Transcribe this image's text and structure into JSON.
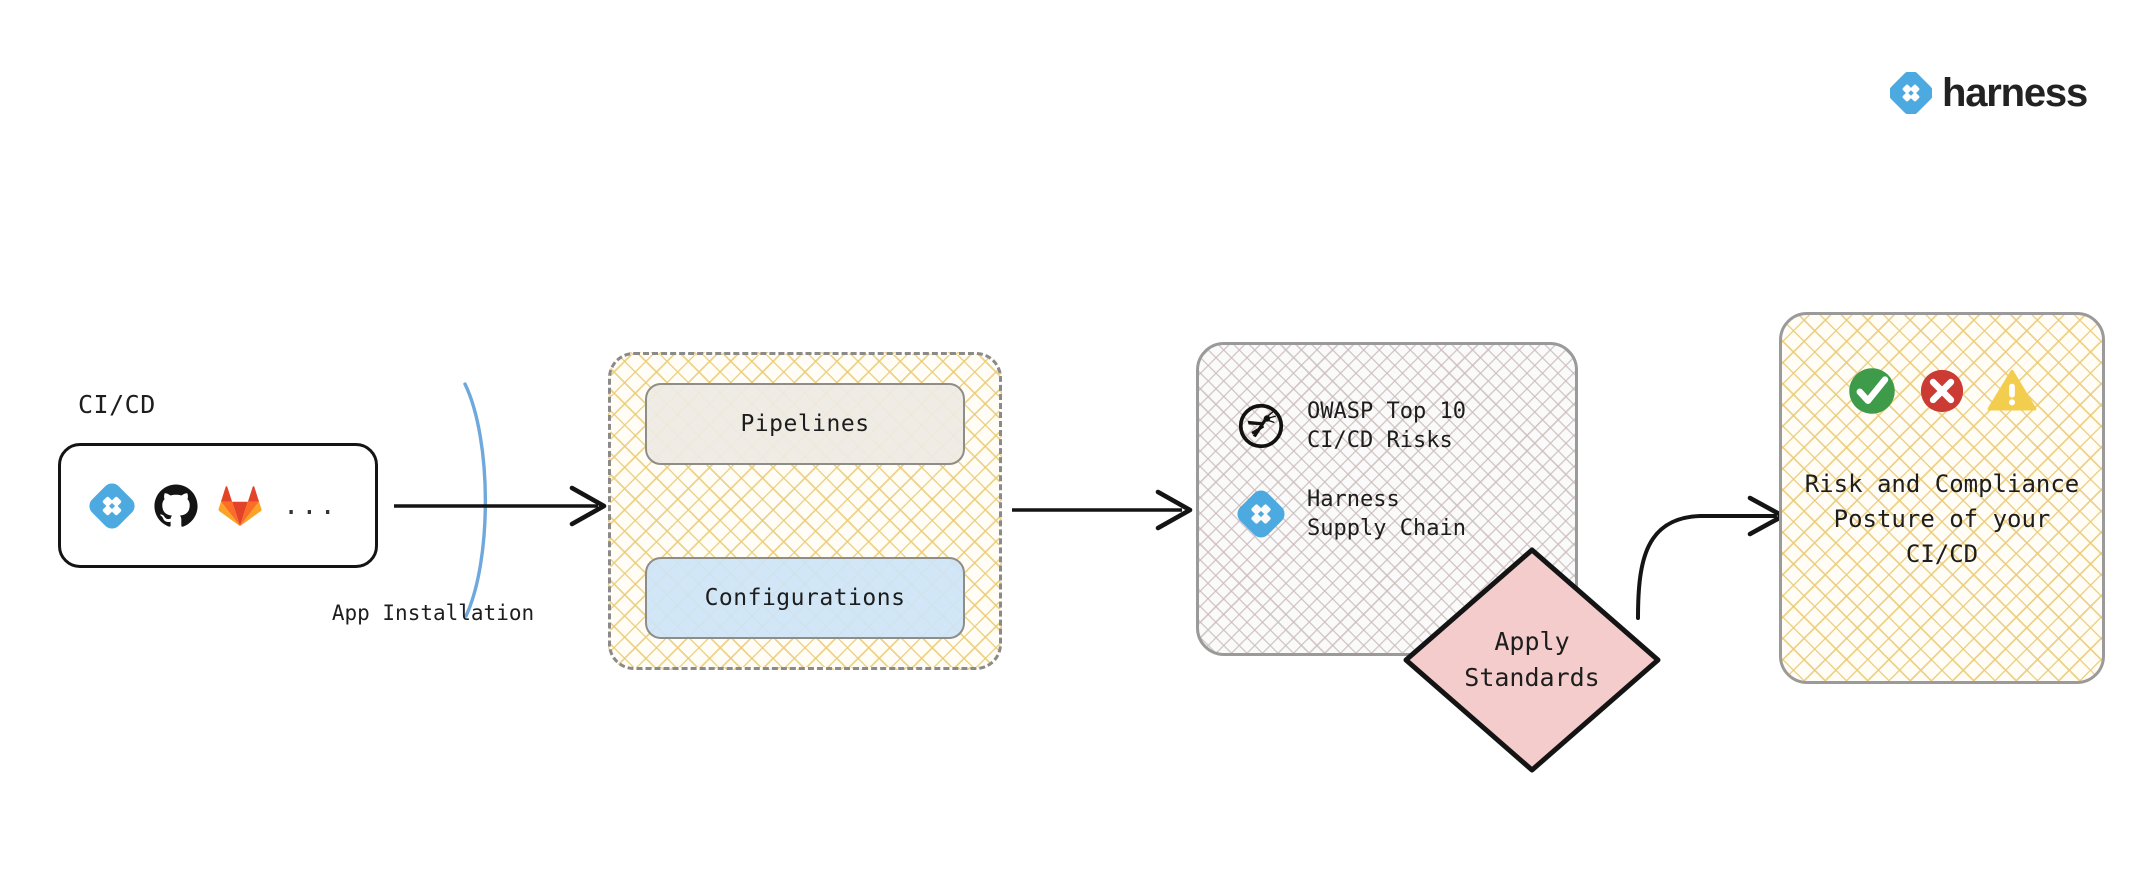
{
  "brand": {
    "name": "harness",
    "mark_icon": "harness-logo-icon",
    "color": "#4DAAE0"
  },
  "diagram": {
    "type": "flow-diagram",
    "background": "#ffffff",
    "source": {
      "label": "CI/CD",
      "tools": [
        {
          "name": "harness-icon",
          "color": "#4DAAE0"
        },
        {
          "name": "github-icon",
          "color": "#141414"
        },
        {
          "name": "gitlab-icon",
          "color": "#E2432A"
        }
      ],
      "more_indicator": "..."
    },
    "boundary": {
      "label": "App\nInstallation",
      "curve_color": "#6EA8DC"
    },
    "pipelines_group": {
      "border_style": "dashed",
      "border_color": "#8a8a8a",
      "hatch_color": "#EBCB78",
      "cards": [
        {
          "label": "Pipelines",
          "fill": "#EEEAE3"
        },
        {
          "label": "Configurations",
          "fill": "#CDE4F5"
        }
      ]
    },
    "standards": {
      "hatch_color": "#CCBEBE",
      "border_color": "#9a9a9a",
      "items": [
        {
          "icon": "owasp-wasp-icon",
          "label": "OWASP Top 10\nCI/CD Risks"
        },
        {
          "icon": "harness-icon",
          "label": "Harness\nSupply Chain"
        }
      ]
    },
    "apply_node": {
      "label": "Apply\nStandards",
      "shape": "diamond",
      "fill": "#F5CCCC",
      "border_color": "#141414"
    },
    "outcome": {
      "hatch_color": "#EBCB78",
      "border_color": "#9a9a9a",
      "label": "Risk and Compliance\nPosture of your\nCI/CD",
      "status_icons": [
        {
          "name": "check-circle-icon",
          "color": "#3D9B4A"
        },
        {
          "name": "error-circle-icon",
          "color": "#CC3B33"
        },
        {
          "name": "warning-triangle-icon",
          "color": "#F3CD4E"
        }
      ]
    },
    "connectors": [
      {
        "name": "arrow-cicd-to-pipelines",
        "style": "straight"
      },
      {
        "name": "arrow-pipelines-to-standards",
        "style": "straight"
      },
      {
        "name": "arrow-apply-to-outcome",
        "style": "curved"
      }
    ]
  }
}
